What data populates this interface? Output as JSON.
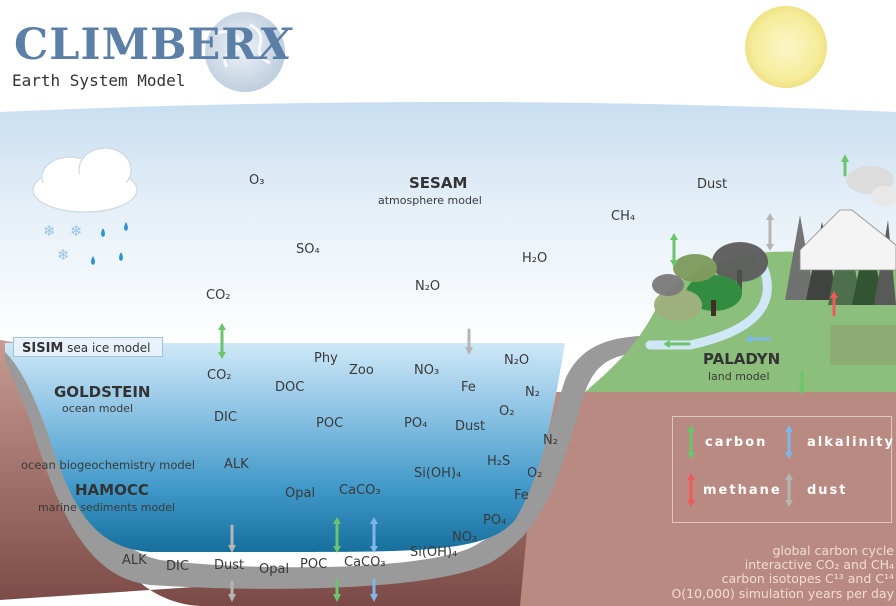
{
  "header": {
    "title_main": "CLIMBER",
    "title_x": "X",
    "subtitle": "Earth System Model"
  },
  "atmosphere": {
    "model_name": "SESAM",
    "model_desc": "atmosphere model",
    "gases": {
      "o3": "O₃",
      "so4": "SO₄",
      "co2": "CO₂",
      "n2o": "N₂O",
      "ch4": "CH₄",
      "h2o": "H₂O",
      "dust": "Dust"
    }
  },
  "sea_ice": {
    "model_name": "SISIM",
    "model_desc": "sea ice model"
  },
  "ocean": {
    "model_name": "GOLDSTEIN",
    "model_desc": "ocean model",
    "biogeo_label": "ocean biogeochemistry model",
    "sediment_name": "HAMOCC",
    "sediment_desc": "marine sediments model",
    "tracers": {
      "co2": "CO₂",
      "phy": "Phy",
      "zoo": "Zoo",
      "doc": "DOC",
      "no3": "NO₃",
      "n2o": "N₂O",
      "fe": "Fe",
      "n2": "N₂",
      "dic": "DIC",
      "poc": "POC",
      "po4": "PO₄",
      "dust": "Dust",
      "o2": "O₂",
      "n2b": "N₂",
      "alk": "ALK",
      "h2s": "H₂S",
      "sioh4": "Si(OH)₄",
      "o2b": "O₂",
      "opal": "Opal",
      "caco3": "CaCO₃",
      "feb": "Fe",
      "po4b": "PO₄",
      "no3b": "NO₃"
    }
  },
  "sediments": {
    "alk": "ALK",
    "dic": "DIC",
    "dust": "Dust",
    "opal": "Opal",
    "poc": "POC",
    "caco3": "CaCO₃",
    "sioh4": "Si(OH)₄"
  },
  "land": {
    "model_name": "PALADYN",
    "model_desc": "land model"
  },
  "legend": {
    "carbon": "carbon",
    "alkalinity": "alkalinity",
    "methane": "methane",
    "dust": "dust"
  },
  "info": {
    "line1": "global carbon cycle",
    "line2": "interactive CO₂ and CH₄",
    "line3": "carbon isotopes C¹³ and C¹⁴",
    "line4": "O(10,000) simulation years per day"
  },
  "colors": {
    "carbon": "#6cc46c",
    "alkalinity": "#7fb7e8",
    "methane": "#ef5a5a",
    "dust": "#b5b5b5",
    "title": "#5b7fa6",
    "ocean_top": "#c7e4f5",
    "ocean_bottom": "#1f7fab",
    "seafloor": "#8a5a55",
    "land": "#8cbf7c",
    "sun": "#f7efa2"
  }
}
